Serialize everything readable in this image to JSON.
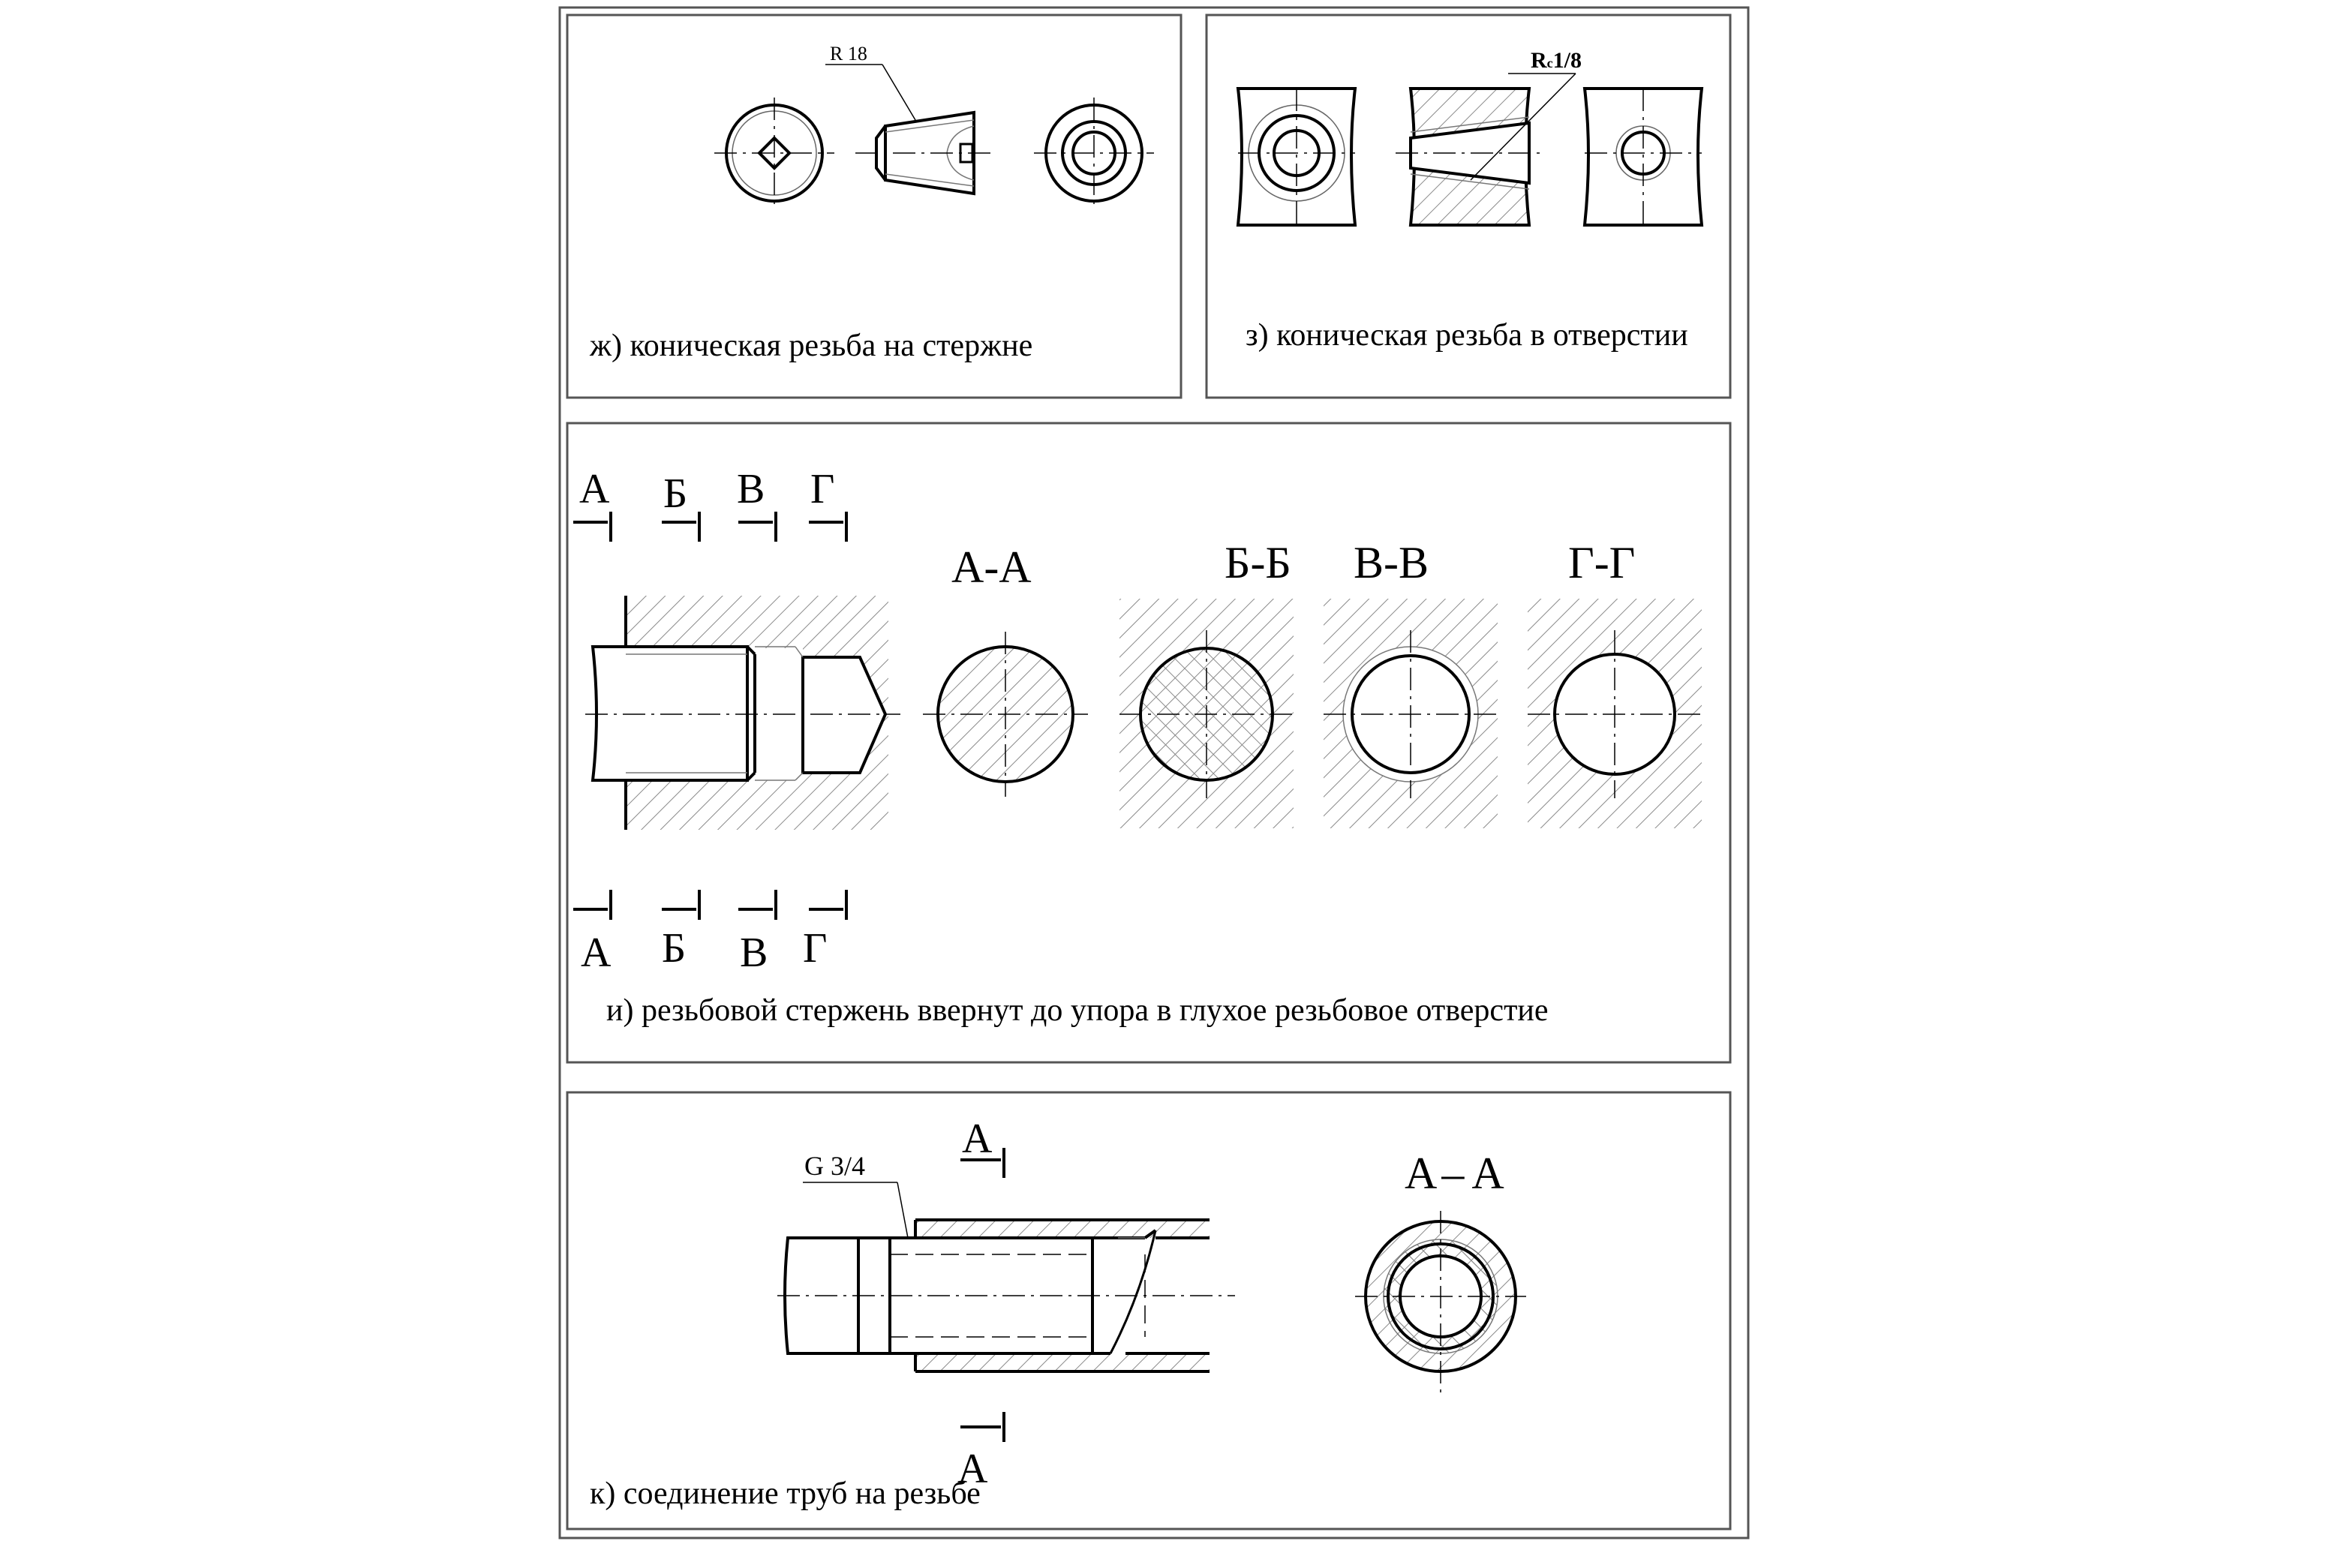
{
  "panels": {
    "zh": {
      "caption": "ж) коническая резьба на стержне",
      "thread_label": "R 18"
    },
    "z": {
      "caption": "з) коническая резьба в отверстии",
      "thread_label": "R",
      "thread_sub": "c",
      "thread_size": "1/8"
    },
    "i": {
      "caption": "и) резьбовой стержень ввернут до упора в глухое резьбовое отверстие",
      "marks": [
        "А",
        "Б",
        "В",
        "Г"
      ],
      "sections": [
        "А-А",
        "Б-Б",
        "В-В",
        "Г-Г"
      ]
    },
    "k": {
      "caption": "к) соединение труб на резьбе",
      "thread_label": "G 3/4",
      "mark": "А",
      "section_left": "А",
      "section_dash": "–",
      "section_right": "А"
    }
  },
  "colors": {
    "line": "#000000",
    "hatch": "#8a8a8a",
    "frame": "#555555"
  }
}
